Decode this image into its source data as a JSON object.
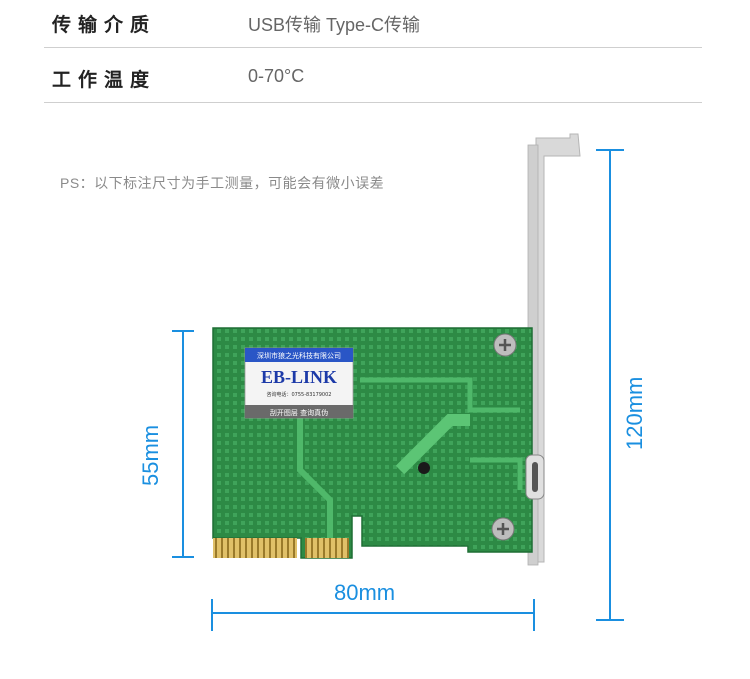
{
  "specs": [
    {
      "label": "传输介质",
      "value": "USB传输 Type-C传输"
    },
    {
      "label": "工作温度",
      "value": "0-70°C"
    }
  ],
  "note": "PS：以下标注尺寸为手工测量，可能会有微小误差",
  "dimensions": {
    "height_bracket": "120mm",
    "height_card": "55mm",
    "length": "80mm"
  },
  "card_label": {
    "company": "深圳市狼之光科技有限公司",
    "brand": "EB-LINK",
    "phone": "咨询电话：0755-83179002",
    "footer": "刮开图层  查询真伪"
  },
  "colors": {
    "pcb": "#2d8a45",
    "dimension": "#1a8fe0",
    "gold": "#d4b45a",
    "bracket": "#c8c8c8"
  }
}
